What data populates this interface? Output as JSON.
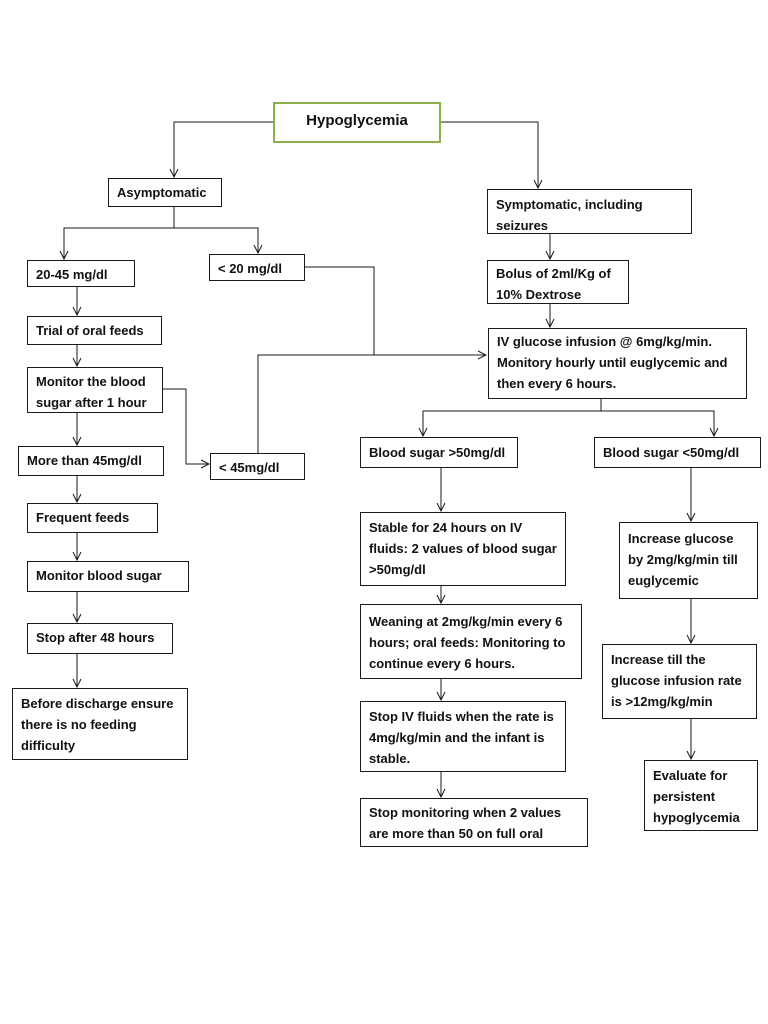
{
  "colors": {
    "root_border": "#8bb04a",
    "line": "#1a1a1a"
  },
  "nodes": {
    "root": "Hypoglycemia",
    "asymptomatic": "Asymptomatic",
    "symptomatic": "Symptomatic, including seizures",
    "range_20_45": "20-45 mg/dl",
    "less_20": "< 20 mg/dl",
    "bolus": "Bolus of 2ml/Kg of 10% Dextrose",
    "trial_oral": "Trial of oral feeds",
    "iv_infusion": "IV glucose infusion @ 6mg/kg/min. Monitory hourly until euglycemic and then every 6 hours.",
    "monitor_1hr": "Monitor the blood sugar after 1 hour",
    "more_45": "More than 45mg/dl",
    "less_45": "< 45mg/dl",
    "bs_gt50": "Blood sugar >50mg/dl",
    "bs_lt50": "Blood sugar <50mg/dl",
    "frequent_feeds": "Frequent feeds",
    "stable_24": "Stable for 24 hours on IV fluids: 2 values of blood sugar >50mg/dl",
    "increase_glucose": "Increase glucose by 2mg/kg/min till euglycemic",
    "monitor_bs": "Monitor blood sugar",
    "weaning": "Weaning at 2mg/kg/min every 6 hours; oral feeds: Monitoring to continue every 6 hours.",
    "stop_48": "Stop after 48 hours",
    "increase_till": "Increase till the glucose infusion rate is >12mg/kg/min",
    "before_discharge": "Before discharge ensure there is no feeding difficulty",
    "stop_iv": "Stop IV fluids when the rate is 4mg/kg/min and the infant is stable.",
    "evaluate": "Evaluate for persistent hypoglycemia",
    "stop_monitoring": "Stop monitoring when 2 values are more than 50 on full oral"
  }
}
